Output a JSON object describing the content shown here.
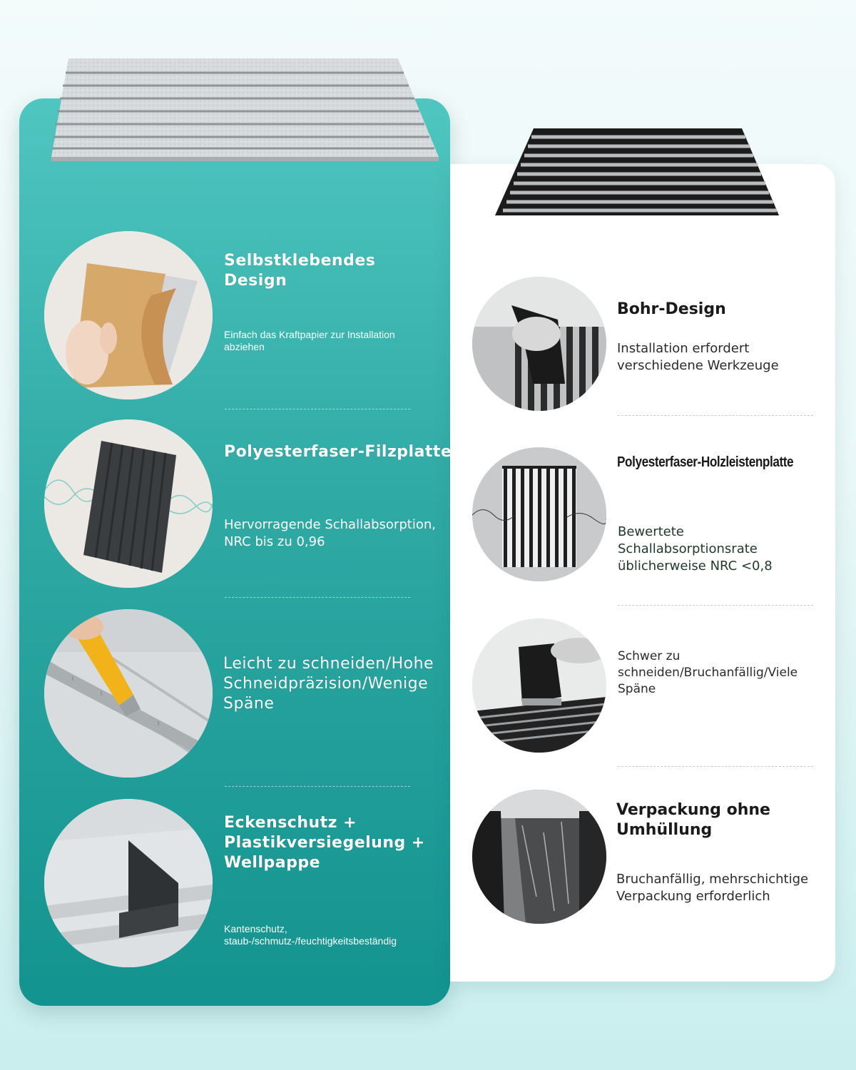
{
  "left": {
    "features": [
      {
        "title": "Selbstklebendes Design",
        "description": "Einfach das Kraftpapier zur Installation abziehen"
      },
      {
        "title": "Polyesterfaser-Filzplatte",
        "description": "Hervorragende Schallabsorption, NRC bis zu 0,96"
      },
      {
        "title": "Leicht zu schneiden/Hohe Schneidpräzision/Wenige Späne",
        "description": ""
      },
      {
        "title": "Eckenschutz + Plastikversiegelung + Wellpappe",
        "description": "Kantenschutz, staub-/schmutz-/feuchtigkeitsbeständig"
      }
    ]
  },
  "right": {
    "features": [
      {
        "title": "Bohr-Design",
        "description": "Installation erfordert verschiedene Werkzeuge"
      },
      {
        "title": "Polyesterfaser-Holzleistenplatte",
        "description": "Bewertete Schallabsorptionsrate üblicherweise NRC <0,8"
      },
      {
        "title": "",
        "description": "Schwer zu schneiden/Bruchanfällig/Viele Späne"
      },
      {
        "title": "Verpackung ohne Umhüllung",
        "description": "Bruchanfällig, mehrschichtige Verpackung erforderlich"
      }
    ]
  },
  "colors": {
    "teal_top": "#4fc6c0",
    "teal_bottom": "#13938f",
    "right_panel": "#ffffff",
    "felt_gray": "#d5d8da",
    "slat_black": "#1e1e1e"
  },
  "icons": {
    "left": [
      "peel-kraft-paper-image",
      "felt-panel-sound-wave-image",
      "cutter-knife-ruler-image",
      "corner-protector-image"
    ],
    "right": [
      "drill-installation-image",
      "wood-slat-panel-sound-image",
      "jigsaw-cutting-image",
      "unwrapped-panel-image"
    ]
  }
}
